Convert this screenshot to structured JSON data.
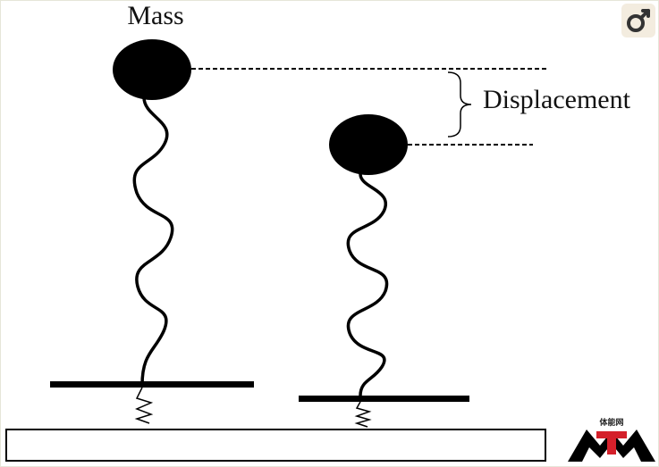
{
  "labels": {
    "mass": "Mass",
    "displacement": "Displacement"
  },
  "corner_button": {
    "icon": "venus-mars-style-icon"
  },
  "logo": {
    "icon": "brand-logo-icon",
    "caption": "体能网",
    "colors": {
      "primary": "#000000",
      "accent": "#d4202a"
    }
  },
  "colors": {
    "ink": "#000000",
    "background": "#ffffff",
    "corner_button_bg": "#f3ecdf"
  }
}
